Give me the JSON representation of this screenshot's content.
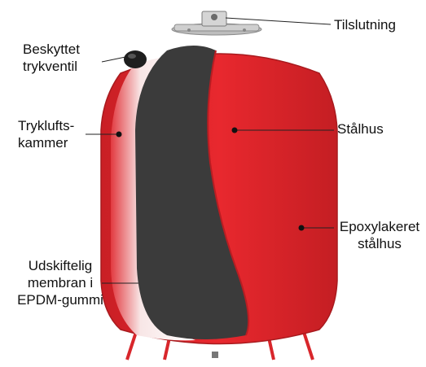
{
  "diagram": {
    "colors": {
      "tank_red": "#e0262c",
      "tank_dark_red": "#b41c20",
      "membrane": "#3d3d3d",
      "air_chamber": "#f4f0f0",
      "fitting": "#9a9a9a",
      "leader": "#222222"
    },
    "labels": {
      "connection": "Tilslutning",
      "valve_line1": "Beskyttet",
      "valve_line2": "trykventil",
      "air_line1": "Tryklufts-",
      "air_line2": "kammer",
      "steel_shell": "Stålhus",
      "epoxy_line1": "Epoxylakeret",
      "epoxy_line2": "stålhus",
      "membrane_line1": "Udskiftelig",
      "membrane_line2": "membran i",
      "membrane_line3": "EPDM-gummi"
    }
  }
}
